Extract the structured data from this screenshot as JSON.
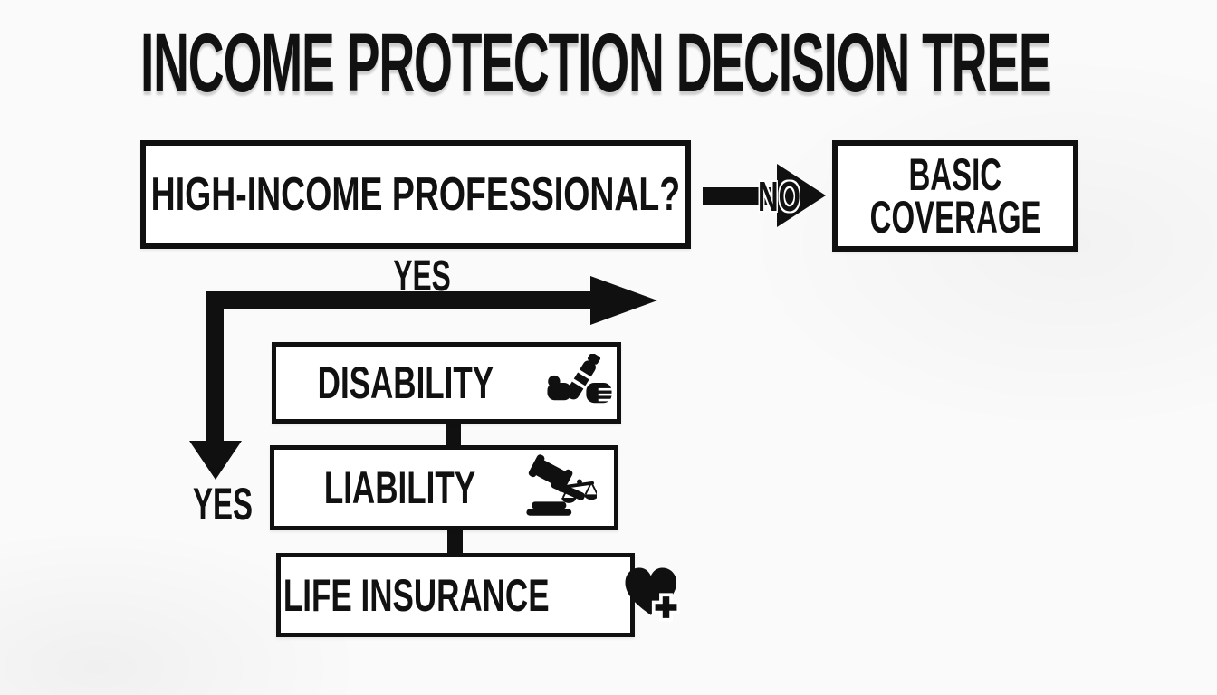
{
  "title": "INCOME PROTECTION DECISION TREE",
  "colors": {
    "ink": "#101010",
    "background": "#fafafa",
    "box_background": "#ffffff"
  },
  "tree": {
    "root": {
      "label": "HIGH-INCOME PROFESSIONAL?"
    },
    "no_branch": {
      "arrow_label": "NO",
      "target": {
        "line1": "BASIC",
        "line2": "COVERAGE"
      }
    },
    "yes_branch": {
      "arrow_label_top": "YES",
      "arrow_label_left": "YES",
      "items": [
        {
          "label": "DISABILITY",
          "icon": "arm-cast-icon"
        },
        {
          "label": "LIABILITY",
          "icon": "gavel-scales-icon"
        },
        {
          "label": "LIFE INSURANCE",
          "icon": "heart-plus-icon"
        }
      ]
    }
  }
}
